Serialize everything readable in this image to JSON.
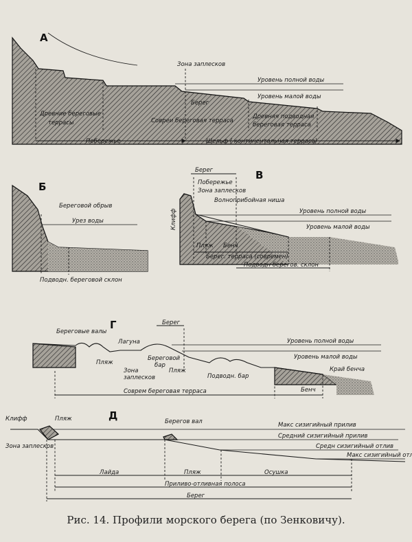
{
  "caption": "Рис. 14. Профили морского берега (по Зенковичу).",
  "panels": {
    "A": {
      "letter": "А",
      "zona_zaplesk": "Зона заплесков",
      "uroven_polnoy": "Уровень полной воды",
      "uroven_maloy": "Уровень малой воды",
      "bereg": "Берег",
      "drevnie": "Древние береговые",
      "terrasy": "террасы",
      "sovrem": "Совреи береговая терраса",
      "drevn_podv1": "Древняя подводная",
      "drevn_podv2": "береговая терраса",
      "poberezhe": "Побережье",
      "shelf": "Шельф ( континентальная терраса)"
    },
    "B": {
      "letter": "Б",
      "obryv": "Береговой обрыв",
      "urez": "Урез воды",
      "sklon": "Подводн. береговой склон"
    },
    "V": {
      "letter": "В",
      "bereg": "Берег",
      "poberezhe": "Побережье",
      "zona": "Зона заплесков",
      "nisha": "Волноприбойная ниша",
      "uroven_polnoy": "Уровень полной воды",
      "uroven_maloy": "Уровень малой воды",
      "kliff": "Клифф",
      "plyazh": "Пляж",
      "bench": "Бенч",
      "terrasa": "Берег. терраса (современ)",
      "sklon": "Подводн берегов. склон"
    },
    "G": {
      "letter": "Г",
      "valy": "Береговые валы",
      "bereg": "Берег",
      "laguna": "Лагуна",
      "uroven_polnoy": "Уровень полной воды",
      "uroven_maloy": "Уровень малой воды",
      "bereg_bar": "Береговой",
      "bar": "бар",
      "plyazh1": "Пляж",
      "plyazh2": "Пляж",
      "zona1": "Зона",
      "zona2": "заплесков",
      "podv_bar": "Подводн. бар",
      "kray": "Край бенча",
      "bench": "Бенч",
      "terrasa": "Соврем береговая терраса"
    },
    "D": {
      "letter": "Д",
      "kliff": "Клифф",
      "plyazh": "Пляж",
      "bereg_val": "Берегов вал",
      "zona": "Зона заплесков",
      "maks_priliv": "Макс сизигийный прилив",
      "sred_priliv": "Средний сизигийный прилив",
      "sred_otliv": "Средн сизигийный отлив",
      "maks_otliv": "Макс сизигийный отлив",
      "layda": "Лайда",
      "plyazh2": "Пляж",
      "osushka": "Осушка",
      "polosa": "Приливо-отливная полоса",
      "bereg": "Берег"
    }
  }
}
